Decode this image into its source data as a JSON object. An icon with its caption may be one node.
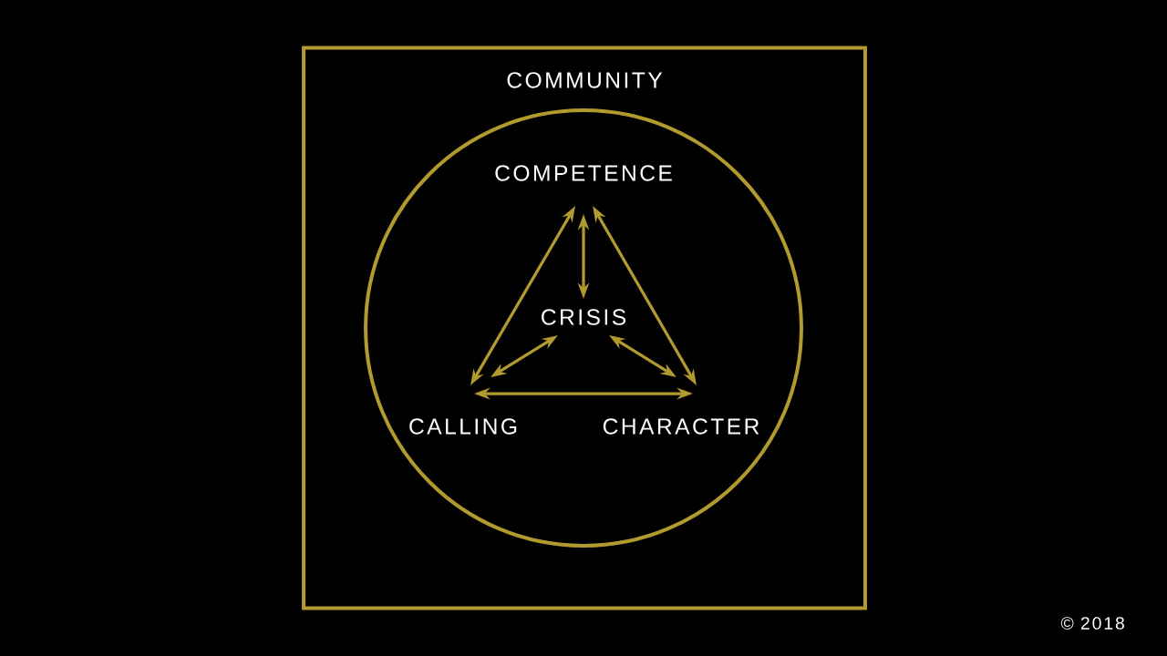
{
  "diagram": {
    "nodes": [
      {
        "text": [
          "COMMUNITY"
        ]
      },
      {
        "text": [],
        "shape": "circle",
        "in": 0
      },
      {
        "text": [
          "COMPETENCE"
        ],
        "in": 1
      },
      {
        "text": [
          "CRISIS"
        ],
        "in": 1
      },
      {
        "text": [
          "CALLING"
        ],
        "in": 1
      },
      {
        "text": [
          "CHARACTER"
        ],
        "in": 1
      }
    ],
    "edges": [
      {
        "from": 2,
        "to": 3,
        "arrow": "both"
      },
      {
        "from": 2,
        "to": 4,
        "arrow": "both"
      },
      {
        "from": 2,
        "to": 5,
        "arrow": "both"
      },
      {
        "from": 3,
        "to": 4,
        "arrow": "both"
      },
      {
        "from": 3,
        "to": 5,
        "arrow": "both"
      },
      {
        "from": 4,
        "to": 5,
        "arrow": "both"
      }
    ],
    "labels": [
      "© 2018"
    ]
  }
}
